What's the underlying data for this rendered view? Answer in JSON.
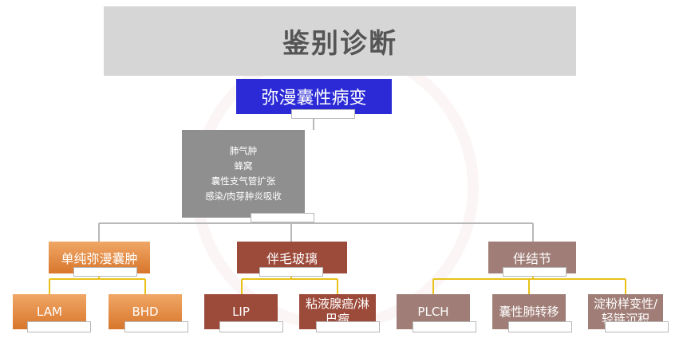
{
  "title": "鉴别诊断",
  "root": "弥漫囊性病变",
  "center_list": [
    "肺气肿",
    "蜂窝",
    "囊性支气管扩张",
    "感染/肉芽肿炎吸收"
  ],
  "categories": [
    {
      "label": "单纯弥漫囊肿",
      "children": [
        "LAM",
        "BHD"
      ]
    },
    {
      "label": "伴毛玻璃",
      "children": [
        "LIP",
        "粘液腺癌/淋\n巴瘤"
      ]
    },
    {
      "label": "伴结节",
      "children": [
        "PLCH",
        "囊性肺转移",
        "淀粉样变性/\n轻链沉积"
      ]
    }
  ],
  "colors": {
    "title_bg": "#d6d6d6",
    "root_bg": "#2b2ad6",
    "gray_box": "#8f8f8f",
    "orange": "#e38a44",
    "brown_red": "#9c4a3a",
    "mauve": "#a07e77",
    "lines_gray": "#b8b8b8",
    "lines_yellow": "#e8c21a"
  }
}
